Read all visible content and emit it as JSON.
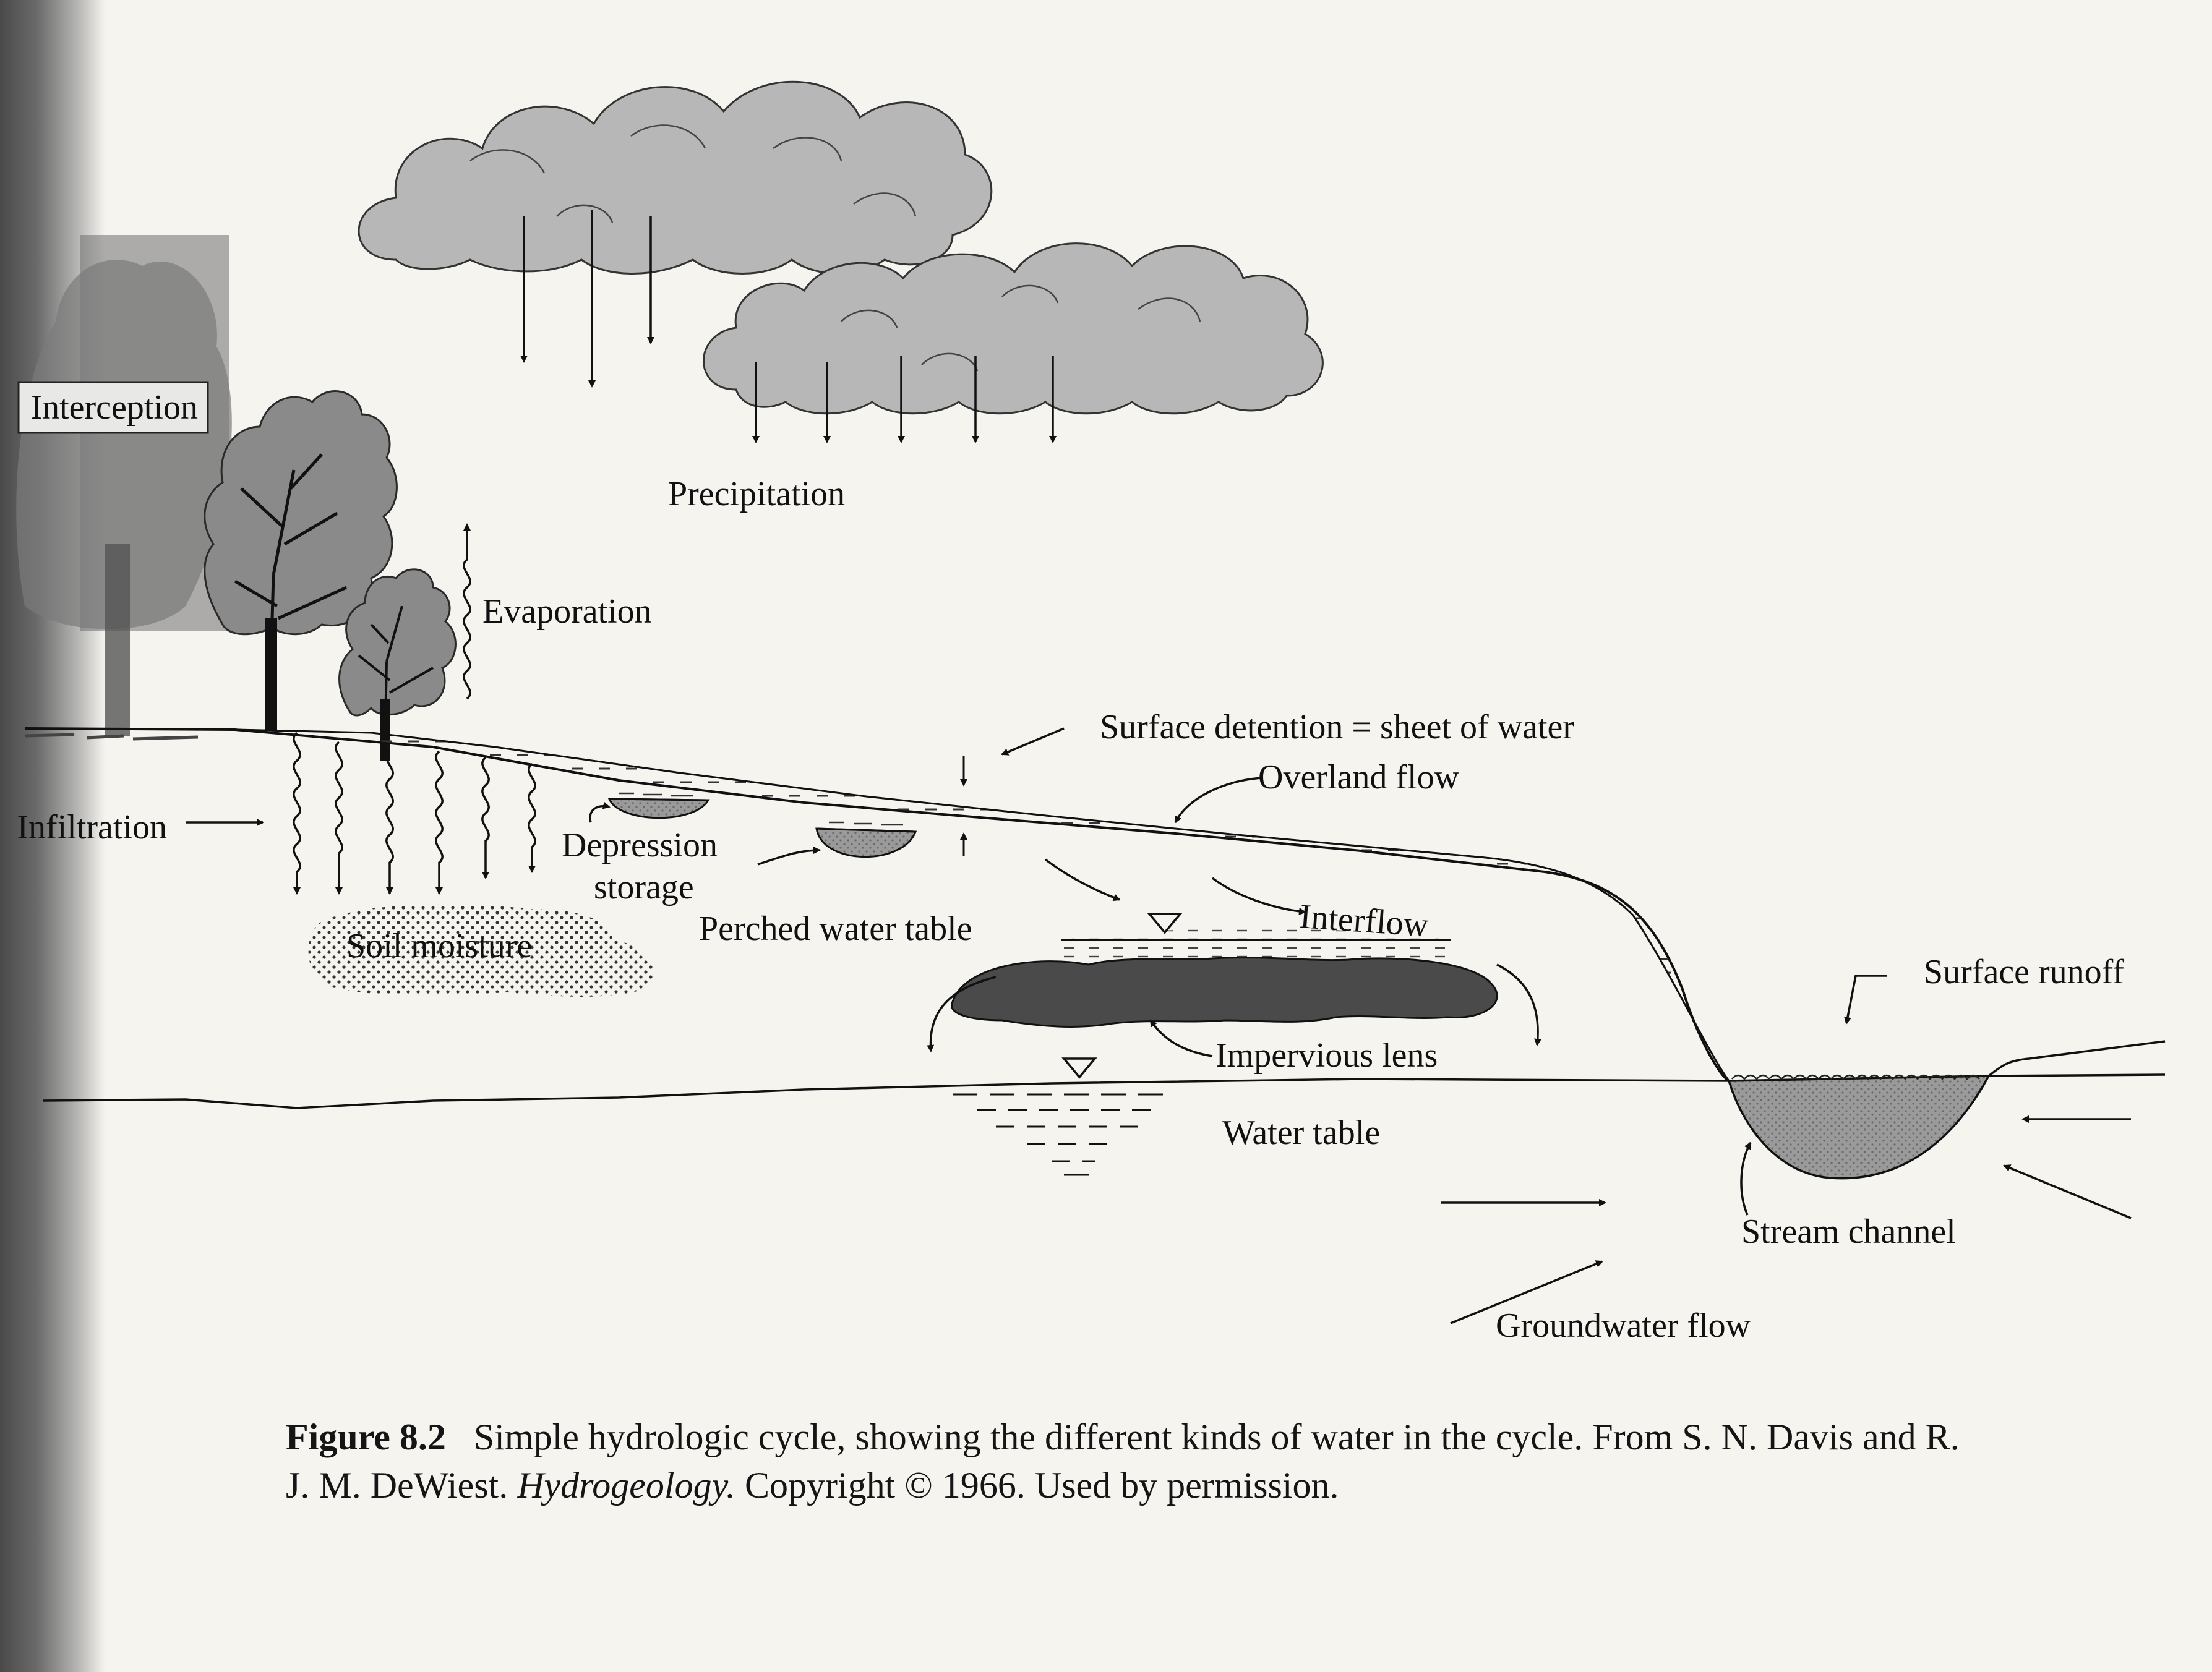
{
  "labels": {
    "interception": "Interception",
    "precipitation": "Precipitation",
    "evaporation": "Evaporation",
    "infiltration": "Infiltration",
    "soil_moisture": "Soil moisture",
    "depression_storage_1": "Depression",
    "depression_storage_2": "storage",
    "surface_detention": "Surface detention = sheet of water",
    "overland_flow": "Overland flow",
    "perched_water_table": "Perched water table",
    "interflow": "Interflow",
    "impervious_lens": "Impervious lens",
    "water_table": "Water table",
    "surface_runoff": "Surface runoff",
    "stream_channel": "Stream channel",
    "groundwater_flow": "Groundwater flow"
  },
  "caption": {
    "figure_number": "Figure 8.2",
    "text_1": "Simple hydrologic cycle, showing the different kinds of water in the cycle. From S. N. Davis and R. J. M. DeWiest.",
    "book_title": "Hydrogeology.",
    "text_2": "Copyright © 1966. Used by permission."
  }
}
